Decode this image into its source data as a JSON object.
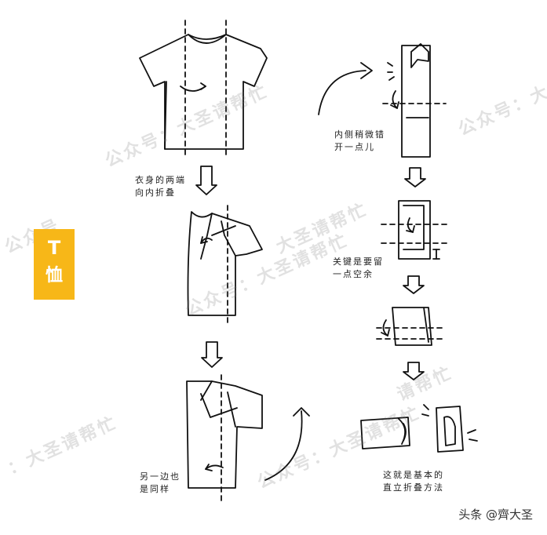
{
  "badge": {
    "line1": "T",
    "line2": "恤"
  },
  "notes": {
    "step1_l1": "衣身的两端",
    "step1_l2": "向内折叠",
    "step3_l1": "另一边也",
    "step3_l2": "是同样",
    "step4_l1": "内侧稍微错",
    "step4_l2": "开一点儿",
    "step5_l1": "关键是要留",
    "step5_l2": "一点空余",
    "final_l1": "这就是基本的",
    "final_l2": "直立折叠方法"
  },
  "watermarks": {
    "w1": "公众号：大圣请帮忙",
    "w2": "大圣请帮忙",
    "w3": "公众号：大",
    "w4": "公众号：大圣请帮忙",
    "w5": "：大圣请帮忙",
    "w6": "公众号：大圣请帮忙",
    "w7": "公众号",
    "w8": "请帮忙"
  },
  "credit": "头条 @齊大圣",
  "colors": {
    "badge": "#f7b718",
    "ink": "#111111",
    "watermark": "#bdbdbd"
  },
  "icons": [
    "fold-arrow-icon",
    "down-arrow-icon",
    "curved-arrow-icon",
    "rotate-arrow-icon"
  ]
}
